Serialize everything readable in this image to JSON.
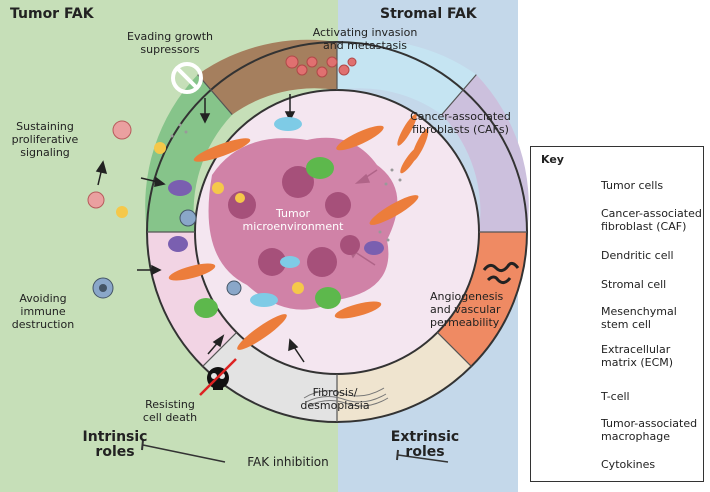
{
  "headers": {
    "left": "Tumor FAK",
    "right": "Stromal FAK"
  },
  "segments": {
    "evading": "Evading growth\nsupressors",
    "activating": "Activating invasion\nand metastasis",
    "caf": "Cancer-associated\nfibroblasts (CAFs)",
    "angio": "Angiogenesis\nand vascular\npermeability",
    "fibrosis": "Fibrosis/\ndesmoplasia",
    "resisting": "Resisting\ncell death",
    "avoiding": "Avoiding\nimmune\ndestruction",
    "sustaining": "Sustaining\nproliferative\nsignaling"
  },
  "center_label": "Tumor\nmicroenvironment",
  "roles": {
    "intrinsic": "Intrinsic\nroles",
    "extrinsic": "Extrinsic\nroles"
  },
  "inhibition": "FAK inhibition",
  "key": {
    "title": "Key",
    "items": [
      {
        "label": "Tumor cells",
        "icon": "tumor-cells-icon"
      },
      {
        "label": "Cancer-associated\nfibroblast (CAF)",
        "icon": "caf-icon"
      },
      {
        "label": "Dendritic cell",
        "icon": "dendritic-cell-icon"
      },
      {
        "label": "Stromal cell",
        "icon": "stromal-cell-icon"
      },
      {
        "label": "Mesenchymal\nstem cell",
        "icon": "mesenchymal-stem-cell-icon"
      },
      {
        "label": "Extracellular\nmatrix (ECM)",
        "icon": "ecm-icon"
      },
      {
        "label": "T-cell",
        "icon": "t-cell-icon"
      },
      {
        "label": "Tumor-associated\nmacrophage",
        "icon": "macrophage-icon"
      },
      {
        "label": "Cytokines",
        "icon": "cytokines-icon"
      }
    ]
  },
  "colors": {
    "left_bg": "#c6dfb8",
    "right_bg": "#c4d8ea",
    "evading": "#a57f5e",
    "activating": "#c5e4f2",
    "caf": "#ccc0dd",
    "angio": "#ef8a63",
    "fibrosis": "#efe4cf",
    "resisting": "#e3e3e3",
    "avoiding": "#f2d4e4",
    "sustaining": "#86c48a",
    "inner": "#f4e6f0",
    "tumor": "#c9709a",
    "caf_cell": "#ec7d3b",
    "macrophage": "#5db84c"
  }
}
